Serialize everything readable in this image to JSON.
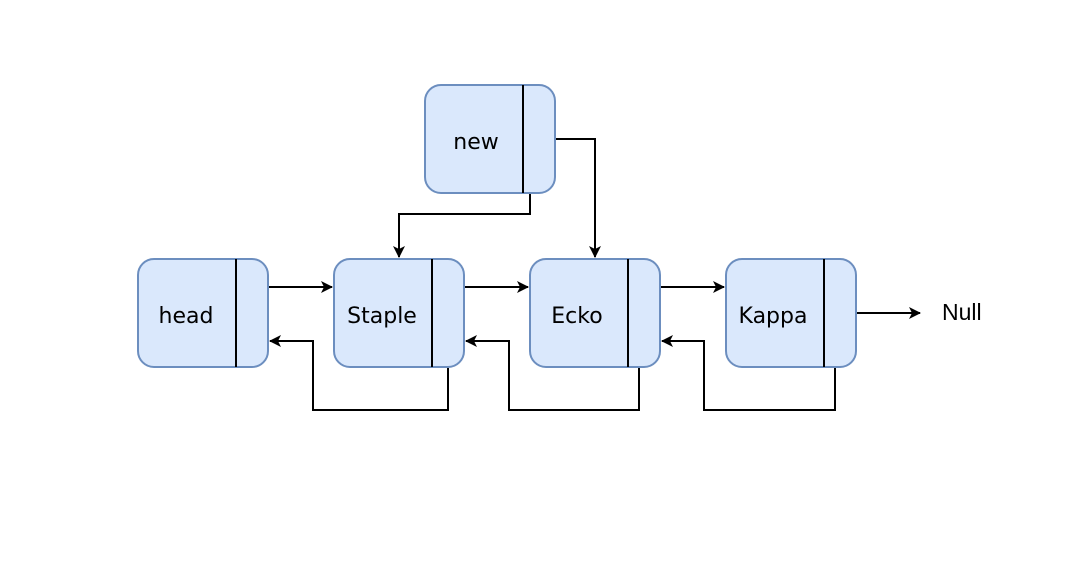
{
  "diagram": {
    "nodes": {
      "head": "head",
      "staple": "Staple",
      "ecko": "Ecko",
      "kappa": "Kappa",
      "new": "new"
    },
    "terminal": "Null"
  },
  "colors": {
    "node_fill": "#dae8fc",
    "node_border": "#6c8ebf",
    "arrow": "#000000"
  }
}
